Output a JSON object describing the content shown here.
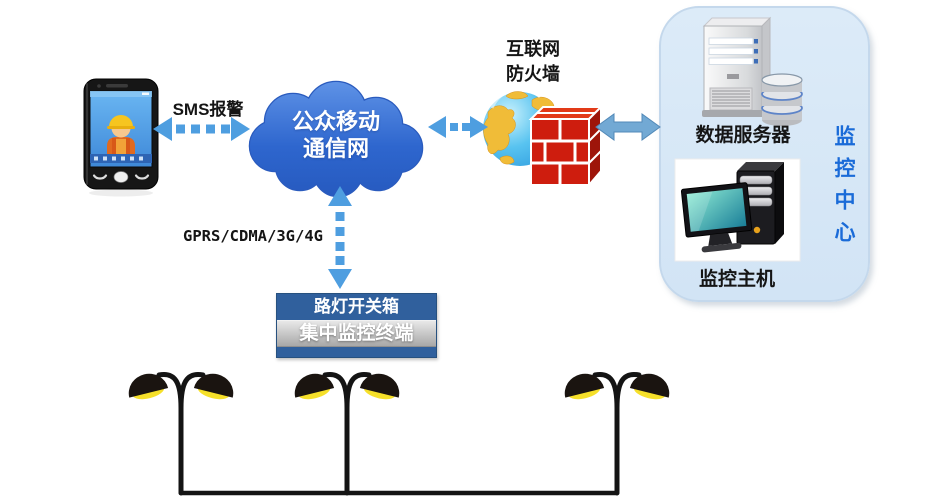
{
  "labels": {
    "sms_link": "SMS报警",
    "cloud_line1": "公众移动",
    "cloud_line2": "通信网",
    "internet_line1": "互联网",
    "internet_line2": "防火墙",
    "gprs_link": "GPRS/CDMA/3G/4G",
    "data_server": "数据服务器",
    "monitor_host": "监控主机",
    "monitor_center": "监控中心",
    "switch_box_title": "路灯开关箱",
    "switch_box_subtitle": "集中监控终端"
  },
  "connections": [
    {
      "from": "smartphone",
      "to": "mobile-network-cloud",
      "style": "dotted-double-arrow",
      "label": "SMS报警"
    },
    {
      "from": "mobile-network-cloud",
      "to": "internet-firewall",
      "style": "dotted-double-arrow",
      "label": ""
    },
    {
      "from": "internet-firewall",
      "to": "monitor-center-panel",
      "style": "solid-double-arrow",
      "label": ""
    },
    {
      "from": "mobile-network-cloud",
      "to": "street-light-switch-box",
      "style": "dotted-double-arrow",
      "label": "GPRS/CDMA/3G/4G"
    }
  ],
  "street_light_count": 3,
  "colors": {
    "cloud_blue": "#2E66CE",
    "dotted_arrow_blue": "#4E9EE0",
    "solid_arrow_blue": "#72A9D4",
    "panel_bg": "#D8E9F7",
    "panel_label_blue": "#1A6BD8",
    "switch_box_blue": "#30609D",
    "firewall_red": "#CE1D0E",
    "lamp_yellow": "#F6E02A"
  }
}
